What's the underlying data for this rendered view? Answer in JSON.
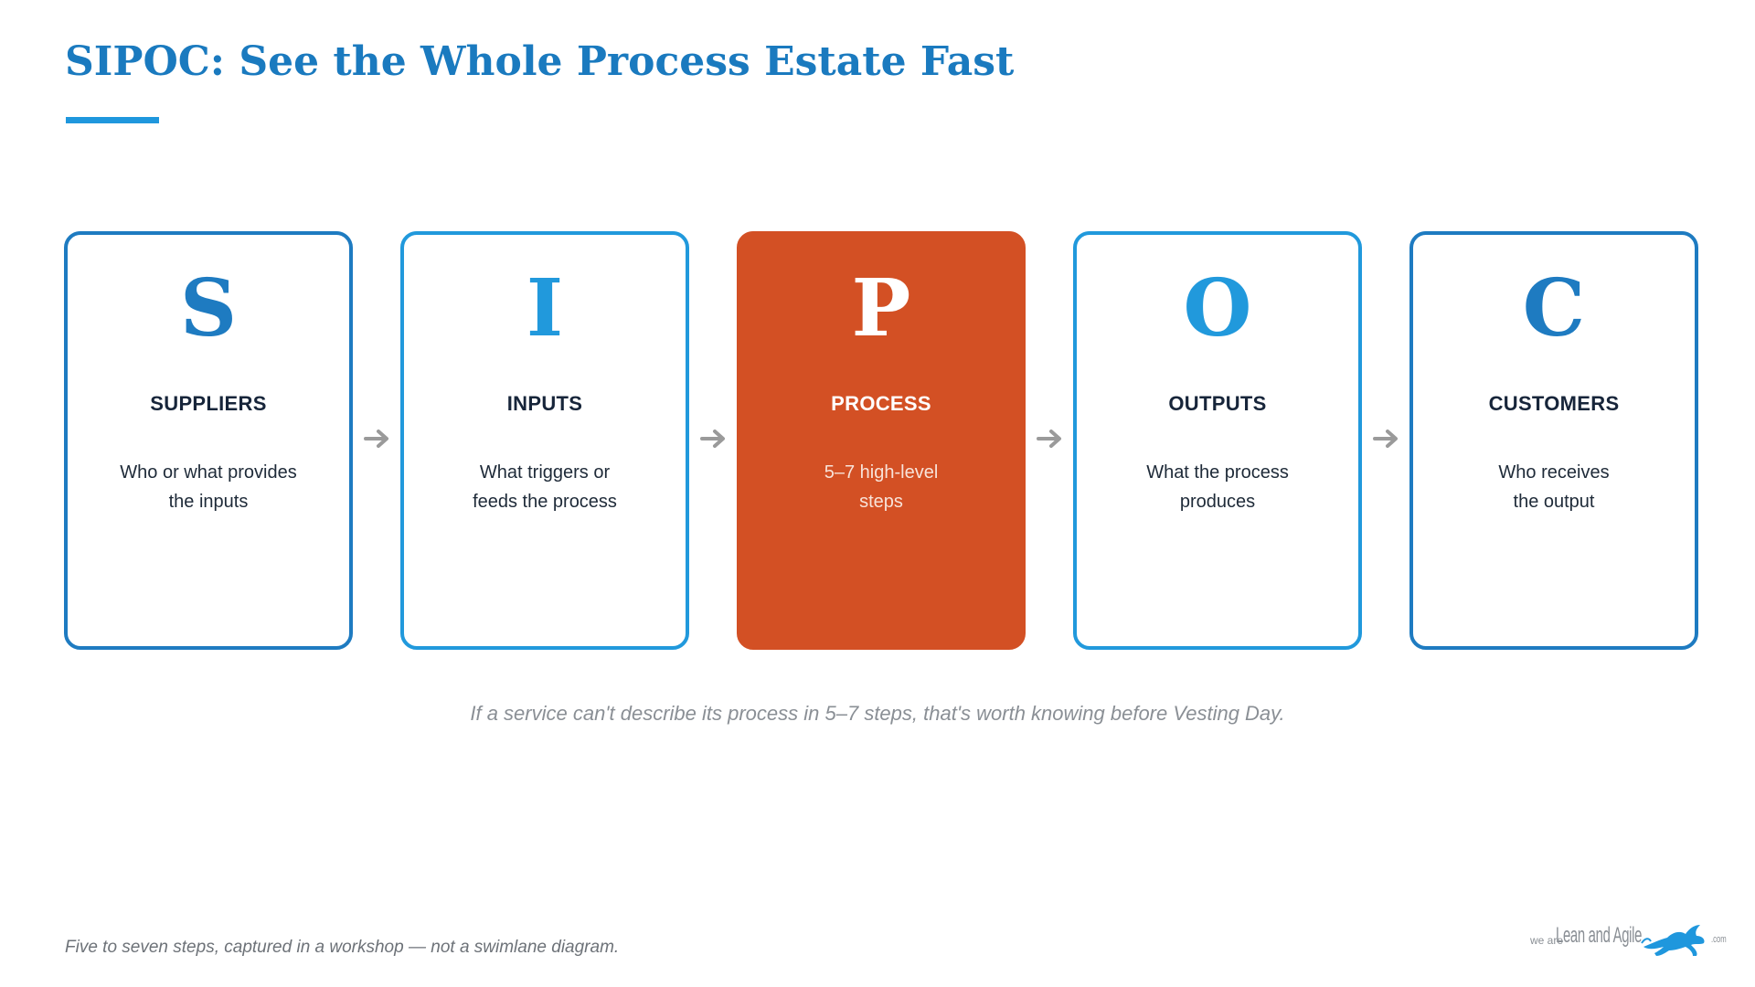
{
  "title": "SIPOC: See the Whole Process Estate Fast",
  "colors": {
    "title": "#1a7abf",
    "primary_border": "#1e7bc1",
    "light_border": "#2199dc",
    "highlight": "#d35024",
    "arrow": "#9a9a9a"
  },
  "cards": [
    {
      "letter": "S",
      "label": "SUPPLIERS",
      "desc_line1": "Who or what provides",
      "desc_line2": "the inputs"
    },
    {
      "letter": "I",
      "label": "INPUTS",
      "desc_line1": "What triggers or",
      "desc_line2": "feeds the process"
    },
    {
      "letter": "P",
      "label": "PROCESS",
      "desc_line1": "5–7 high-level",
      "desc_line2": "steps",
      "highlighted": true
    },
    {
      "letter": "O",
      "label": "OUTPUTS",
      "desc_line1": "What the process",
      "desc_line2": "produces"
    },
    {
      "letter": "C",
      "label": "CUSTOMERS",
      "desc_line1": "Who receives",
      "desc_line2": "the output"
    }
  ],
  "caption": "If a service can't describe its process in 5–7 steps, that's worth knowing before Vesting Day.",
  "footnote": "Five to seven steps, captured in a workshop — not a swimlane diagram.",
  "brand": {
    "prefix": "we are",
    "name": "Lean and Agile",
    "suffix": ".com",
    "icon": "hare-icon"
  }
}
